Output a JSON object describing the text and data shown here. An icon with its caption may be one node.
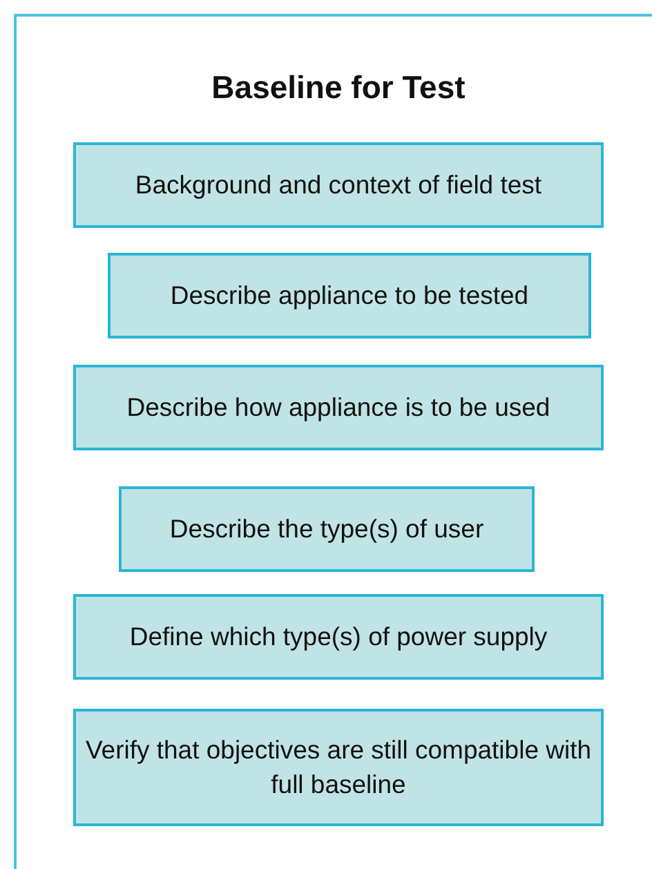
{
  "diagram": {
    "nodes": [
      {
        "text": [
          "Baseline for Test"
        ]
      },
      {
        "text": [
          "Background and context of field test"
        ],
        "in": 0
      },
      {
        "text": [
          "Describe appliance to be tested"
        ],
        "in": 0
      },
      {
        "text": [
          "Describe how appliance is to be used"
        ],
        "in": 0
      },
      {
        "text": [
          "Describe the type(s) of user"
        ],
        "in": 0
      },
      {
        "text": [
          "Define which type(s) of power supply"
        ],
        "in": 0
      },
      {
        "text": [
          "Verify that objectives are still compatible with full baseline"
        ],
        "in": 0
      }
    ]
  }
}
